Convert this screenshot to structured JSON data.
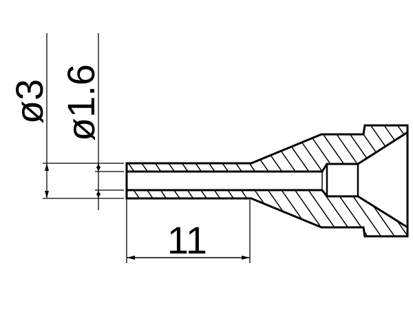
{
  "drawing": {
    "type": "nozzle-cross-section",
    "dimensions": {
      "outer_diameter": "ø3",
      "inner_diameter": "ø1.6",
      "length": "11"
    },
    "colors": {
      "line": "#000000",
      "background": "#ffffff"
    }
  }
}
